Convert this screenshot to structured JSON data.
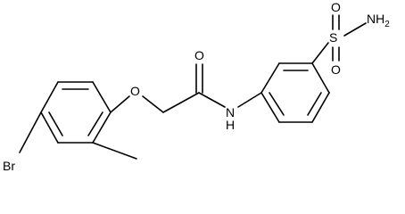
{
  "molecule": {
    "atoms": {
      "br": "Br",
      "o_ether": "O",
      "o_carbonyl": "O",
      "n_amide": "N",
      "h_amide": "H",
      "s": "S",
      "o_sulfonyl_top": "O",
      "o_sulfonyl_bottom": "O",
      "nh2": "NH",
      "nh2_subscript": "2"
    },
    "colors": {
      "ink": "#000000",
      "background": "#ffffff"
    }
  }
}
